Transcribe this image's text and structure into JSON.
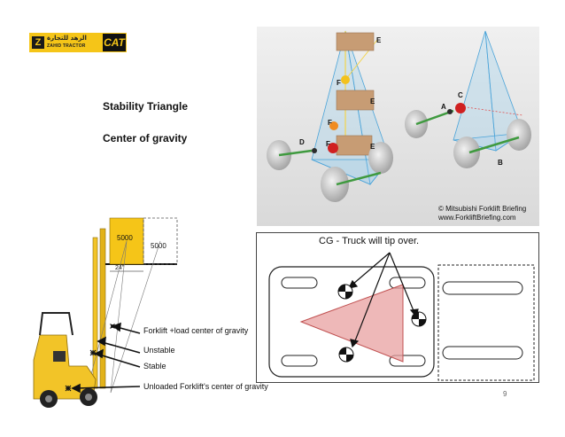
{
  "logo": {
    "arabic": "الزهد للتجارة",
    "name": "ZAHID TRACTOR",
    "brand": "CAT",
    "colors": {
      "yellow": "#f5c518",
      "black": "#111111"
    }
  },
  "labels": {
    "stability_triangle": "Stability Triangle",
    "center_of_gravity": "Center of gravity"
  },
  "photo": {
    "credit_line1": "© Mitsubishi Forklift Briefing",
    "credit_line2": "www.ForkliftBriefing.com",
    "points": {
      "a": "A",
      "b": "B",
      "c": "C",
      "d": "D",
      "e": "E",
      "f": "F"
    }
  },
  "forklift": {
    "load1": "5000",
    "load2": "5000",
    "distance": "24\"",
    "forklift_load_cg": "Forklift +load center of gravity",
    "unstable": "Unstable",
    "stable": "Stable",
    "unloaded_cg": "Unloaded Forklift's center of gravity"
  },
  "cg_diagram": {
    "title": "CG - Truck will tip over."
  },
  "page_number": "9"
}
